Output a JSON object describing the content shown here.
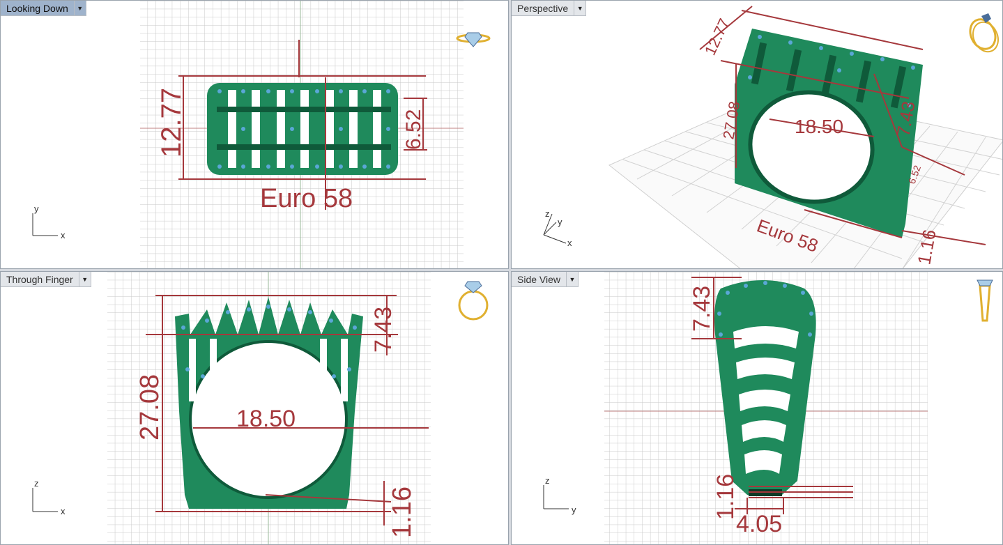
{
  "viewports": [
    {
      "label": "Looking Down",
      "active": true,
      "dims": {
        "height": "12.77",
        "inner": "6.52",
        "size": "Euro 58"
      },
      "axes": [
        "y",
        "x"
      ]
    },
    {
      "label": "Perspective",
      "active": false,
      "dims": {
        "height": "12.77",
        "total": "27.08",
        "inner": "6.52",
        "diameter": "18.50",
        "top": "7.43",
        "size": "Euro 58",
        "band": "1.16"
      },
      "axes": [
        "z",
        "y",
        "x"
      ]
    },
    {
      "label": "Through Finger",
      "active": false,
      "dims": {
        "total": "27.08",
        "top": "7.43",
        "diameter": "18.50",
        "band": "1.16"
      },
      "axes": [
        "z",
        "x"
      ]
    },
    {
      "label": "Side View",
      "active": false,
      "dims": {
        "top": "7.43",
        "band": "1.16",
        "width": "4.05"
      },
      "axes": [
        "z",
        "y"
      ]
    }
  ],
  "colors": {
    "ring": "#1f8a5c",
    "dimension": "#a5383c",
    "gem": "#5aa7d6",
    "gold": "#e0b030"
  },
  "icons": [
    "ring-top-icon",
    "ring-perspective-icon",
    "ring-front-icon",
    "ring-side-icon"
  ]
}
